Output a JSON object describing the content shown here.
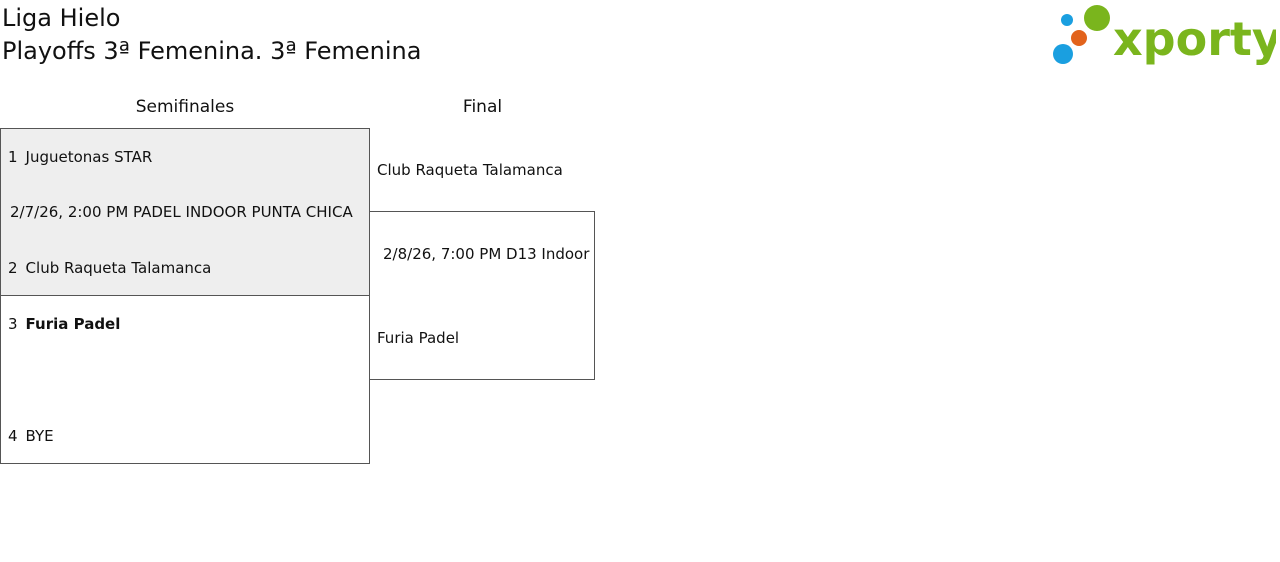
{
  "header": {
    "league": "Liga Hielo",
    "subtitle": "Playoffs 3ª Femenina. 3ª Femenina"
  },
  "logo": {
    "text": "xporty",
    "colors": {
      "green": "#7ab51d",
      "orange": "#e2631c",
      "blue": "#1a9fe0"
    }
  },
  "columns": {
    "semis": "Semifinales",
    "final": "Final"
  },
  "semifinal_1": {
    "team_a": {
      "seed": "1",
      "name": "Juguetonas STAR"
    },
    "info": "2/7/26, 2:00 PM PADEL INDOOR PUNTA CHICA",
    "team_b": {
      "seed": "2",
      "name": "Club Raqueta Talamanca"
    }
  },
  "semifinal_2": {
    "team_a": {
      "seed": "3",
      "name": "Furia Padel"
    },
    "team_b": {
      "seed": "4",
      "name": "BYE"
    }
  },
  "final": {
    "team_a": "Club Raqueta Talamanca",
    "info": "2/8/26, 7:00 PM D13 Indoor",
    "team_b": "Furia Padel"
  }
}
